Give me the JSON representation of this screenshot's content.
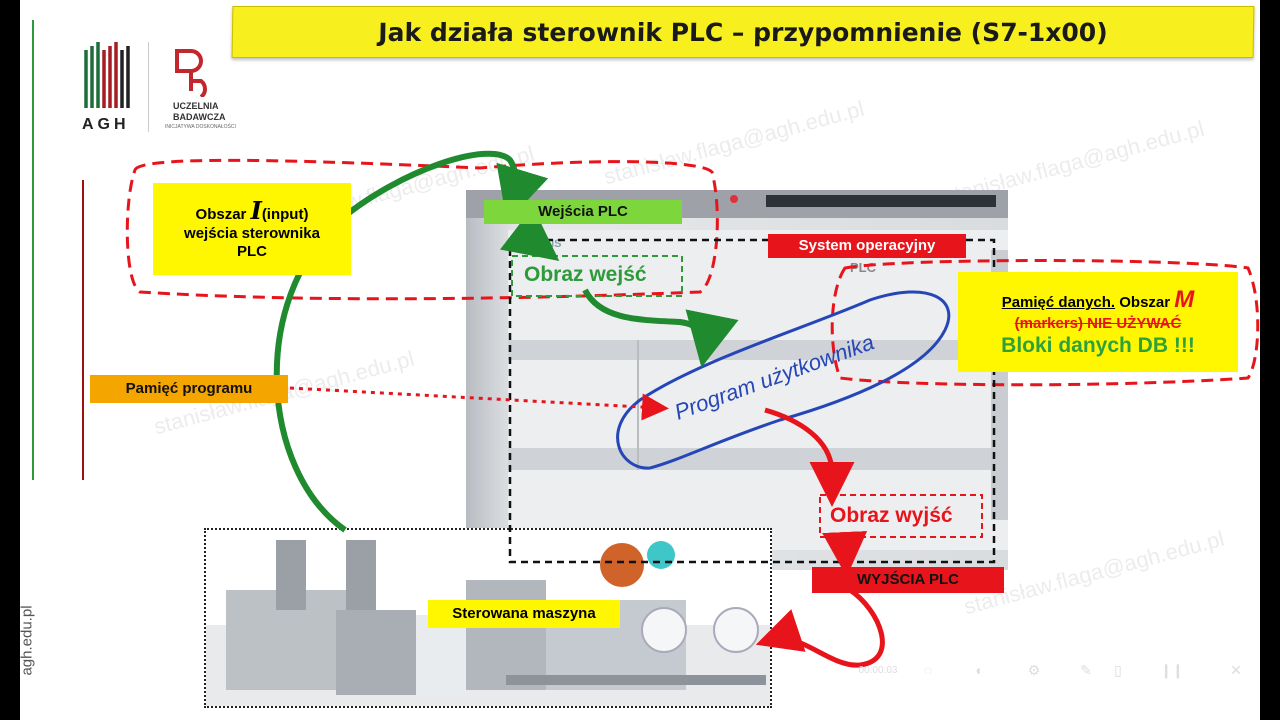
{
  "title": "Jak działa sterownik PLC – przypomnienie (S7-1x00)",
  "logo": {
    "agh_text": "AGH",
    "uczelnia_line1": "UCZELNIA",
    "uczelnia_line2": "BADAWCZA",
    "uczelnia_line3": "INICJATYWA DOSKONAŁOŚCI"
  },
  "side_url": "agh.edu.pl",
  "labels": {
    "obszar_i_pre": "Obszar ",
    "obszar_i_letter": "I",
    "obszar_i_post": "(input)",
    "obszar_i_line2": "wejścia sterownika",
    "obszar_i_line3": "PLC",
    "wejscia_plc": "Wejścia PLC",
    "system_operacyjny": "System operacyjny",
    "obraz_wejsc": "Obraz wejść",
    "pamiec_programu": "Pamięć programu",
    "program_uzytkownika": "Program użytkownika",
    "pamiec_danych_pre": "Pamięć danych.",
    "pamiec_danych_obszar": " Obszar ",
    "pamiec_danych_letter": "M",
    "pamiec_danych_line2": "(markers) NIE UŻYWAĆ",
    "pamiec_danych_line3": "Bloki danych DB !!!",
    "obraz_wyjsc": "Obraz wyjść",
    "wyjscia_plc": "WYJŚCIA PLC",
    "sterowana_maszyna": "Sterowana maszyna",
    "plc_brand": "SIEMENS",
    "plc_text": "PLC"
  },
  "watermark": "stanisław.flaga@agh.edu.pl",
  "player": {
    "time": "00:00:03"
  },
  "colors": {
    "title_bg": "#f7ef1e",
    "yellow": "#fff700",
    "green_arrow": "#1f8a2e",
    "red": "#e8141b",
    "blue": "#2646b8",
    "orange": "#f5a500"
  }
}
